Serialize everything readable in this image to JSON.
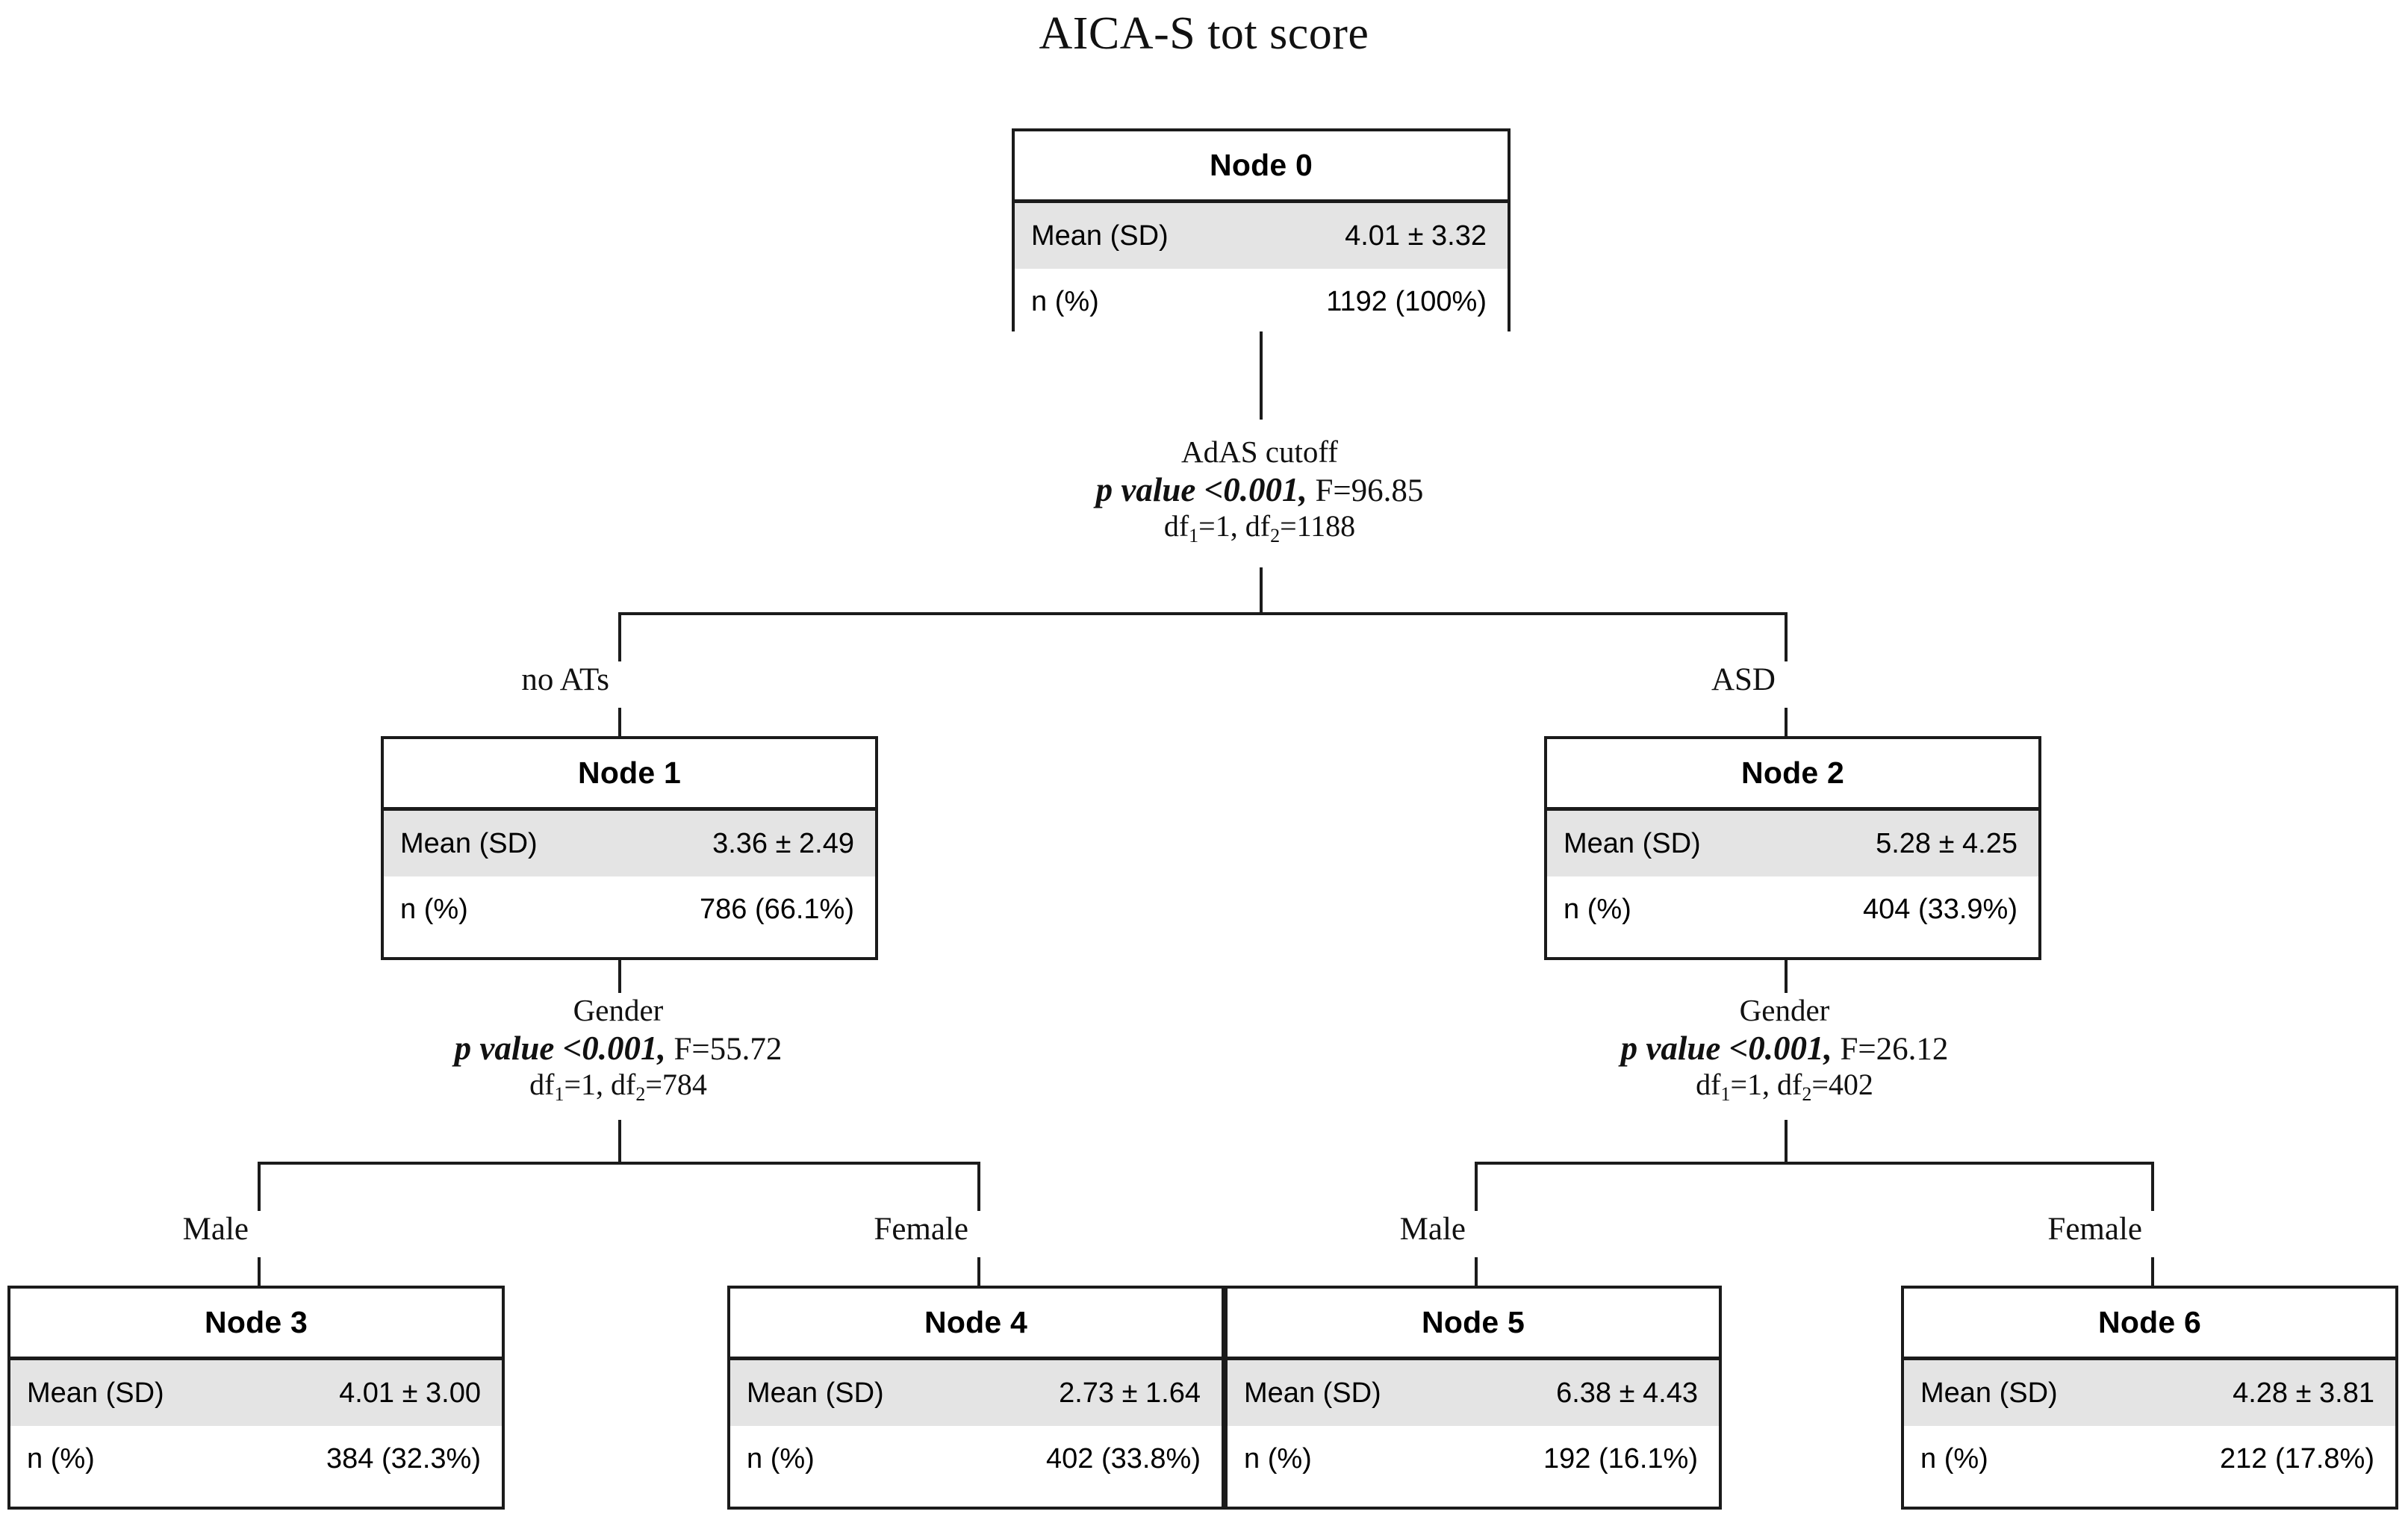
{
  "title": "AICA-S tot score",
  "row_labels": {
    "mean": "Mean (SD)",
    "count": "n (%)"
  },
  "nodes": {
    "node0": {
      "name": "Node 0",
      "mean": "4.01 ± 3.32",
      "count": "1192 (100%)"
    },
    "node1": {
      "name": "Node 1",
      "mean": "3.36 ±  2.49",
      "count": "786 (66.1%)"
    },
    "node2": {
      "name": "Node 2",
      "mean": "5.28 ±  4.25",
      "count": "404 (33.9%)"
    },
    "node3": {
      "name": "Node 3",
      "mean": "4.01 ±  3.00",
      "count": "384 (32.3%)"
    },
    "node4": {
      "name": "Node 4",
      "mean": "2.73 ±  1.64",
      "count": "402 (33.8%)"
    },
    "node5": {
      "name": "Node 5",
      "mean": "6.38 ±  4.43",
      "count": "192 (16.1%)"
    },
    "node6": {
      "name": "Node 6",
      "mean": "4.28 ±  3.81",
      "count": "212 (17.8%)"
    }
  },
  "splits": {
    "root": {
      "variable": "AdAS cutoff",
      "p_value": "p value <0.001,",
      "f_stat": "F=96.85",
      "df1_label": "df",
      "df1_sub": "1",
      "df1_value": "=1,",
      "df2_label": "df",
      "df2_sub": "2",
      "df2_value": "=1188"
    },
    "left": {
      "variable": "Gender",
      "p_value": "p value <0.001,",
      "f_stat": "F=55.72",
      "df1_label": "df",
      "df1_sub": "1",
      "df1_value": "=1,",
      "df2_label": "df",
      "df2_sub": "2",
      "df2_value": "=784"
    },
    "right": {
      "variable": "Gender",
      "p_value": "p value <0.001,",
      "f_stat": "F=26.12",
      "df1_label": "df",
      "df1_sub": "1",
      "df1_value": "=1,",
      "df2_label": "df",
      "df2_sub": "2",
      "df2_value": "=402"
    }
  },
  "branches": {
    "root_left": "no ATs",
    "root_right": "ASD",
    "left_male": "Male",
    "left_female": "Female",
    "right_male": "Male",
    "right_female": "Female"
  },
  "chart_data": {
    "type": "tree",
    "title": "AICA-S tot score",
    "target": "AICA-S tot score",
    "total_n": 1192,
    "nodes": [
      {
        "id": 0,
        "label": "Node 0",
        "depth": 0,
        "mean": 4.01,
        "sd": 3.32,
        "n": 1192,
        "pct": 100.0,
        "parent": null,
        "branch": null
      },
      {
        "id": 1,
        "label": "Node 1",
        "depth": 1,
        "mean": 3.36,
        "sd": 2.49,
        "n": 786,
        "pct": 66.1,
        "parent": 0,
        "branch": "no ATs"
      },
      {
        "id": 2,
        "label": "Node 2",
        "depth": 1,
        "mean": 5.28,
        "sd": 4.25,
        "n": 404,
        "pct": 33.9,
        "parent": 0,
        "branch": "ASD"
      },
      {
        "id": 3,
        "label": "Node 3",
        "depth": 2,
        "mean": 4.01,
        "sd": 3.0,
        "n": 384,
        "pct": 32.3,
        "parent": 1,
        "branch": "Male"
      },
      {
        "id": 4,
        "label": "Node 4",
        "depth": 2,
        "mean": 2.73,
        "sd": 1.64,
        "n": 402,
        "pct": 33.8,
        "parent": 1,
        "branch": "Female"
      },
      {
        "id": 5,
        "label": "Node 5",
        "depth": 2,
        "mean": 6.38,
        "sd": 4.43,
        "n": 192,
        "pct": 16.1,
        "parent": 2,
        "branch": "Male"
      },
      {
        "id": 6,
        "label": "Node 6",
        "depth": 2,
        "mean": 4.28,
        "sd": 3.81,
        "n": 212,
        "pct": 17.8,
        "parent": 2,
        "branch": "Female"
      }
    ],
    "splits": [
      {
        "parent": 0,
        "variable": "AdAS cutoff",
        "p_value": "<0.001",
        "F": 96.85,
        "df1": 1,
        "df2": 1188,
        "children": [
          1,
          2
        ],
        "categories": [
          "no ATs",
          "ASD"
        ]
      },
      {
        "parent": 1,
        "variable": "Gender",
        "p_value": "<0.001",
        "F": 55.72,
        "df1": 1,
        "df2": 784,
        "children": [
          3,
          4
        ],
        "categories": [
          "Male",
          "Female"
        ]
      },
      {
        "parent": 2,
        "variable": "Gender",
        "p_value": "<0.001",
        "F": 26.12,
        "df1": 1,
        "df2": 402,
        "children": [
          5,
          6
        ],
        "categories": [
          "Male",
          "Female"
        ]
      }
    ]
  }
}
